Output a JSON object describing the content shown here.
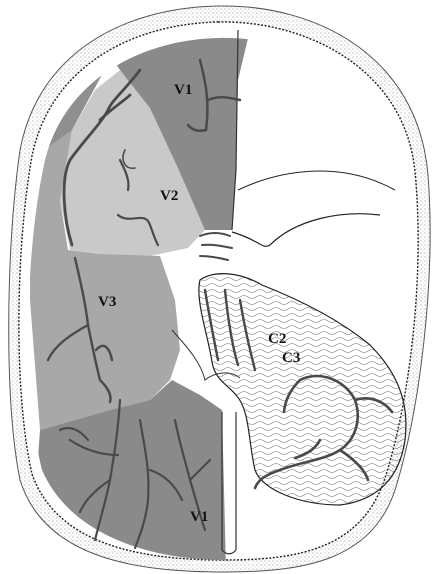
{
  "labels": {
    "v1_top": "V1",
    "v2": "V2",
    "v3": "V3",
    "v1_bottom": "V1",
    "c2": "C2",
    "c3": "C3"
  },
  "colors": {
    "v1_region": "#8a8a8a",
    "v2_region": "#c8c8c8",
    "v3_region": "#a7a7a7",
    "skull_dots": "#b0b0b0",
    "vessels": "#4a4a4a",
    "outline": "#111111"
  }
}
